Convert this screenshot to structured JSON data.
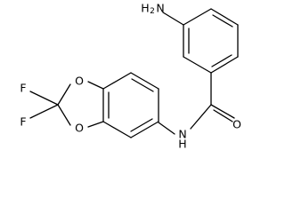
{
  "molecule": {
    "atom_labels": {
      "amine_nitrogen": "H",
      "amine_h_count": "2",
      "amine_n": "N",
      "amide_n": "N",
      "amide_h": "H",
      "carbonyl_o": "O",
      "ring_o_top": "O",
      "ring_o_bottom": "O",
      "fluorine_top": "F",
      "fluorine_bottom": "F"
    },
    "colors": {
      "bond": "#000000",
      "text": "#000000",
      "background": "#ffffff"
    }
  }
}
